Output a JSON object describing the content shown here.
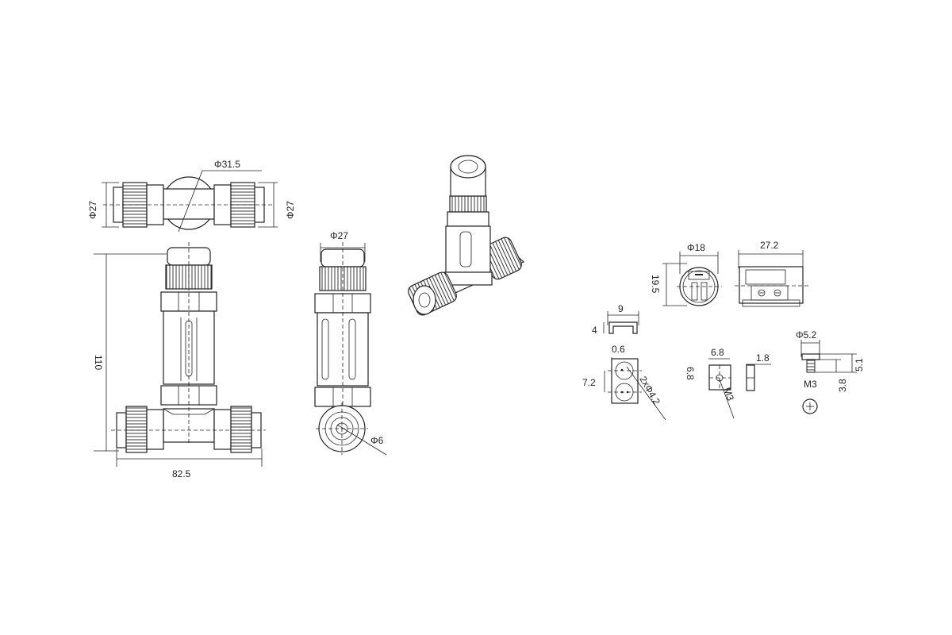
{
  "labels": {
    "top_diameter": "Φ31.5",
    "top_left_diameter": "Φ27",
    "top_right_diameter": "Φ27",
    "height": "110",
    "width": "82.5",
    "side_diameter": "Φ27",
    "cable_diameter": "Φ6",
    "insert_diameter": "Φ18",
    "insert_height": "19.5",
    "insert_length": "27.2",
    "clip_width": "9",
    "clip_height": "4",
    "plate_thickness": "0.6",
    "plate_height": "7.2",
    "plate_holes": "2xΦ4.2",
    "nut_width": "6.8",
    "nut_height": "6.8",
    "nut_thread": "M3",
    "washer_thickness": "1.8",
    "screw_head_diameter": "Φ5.2",
    "screw_thread": "M3",
    "screw_total_length": "5.1",
    "screw_shank_length": "3.8"
  }
}
